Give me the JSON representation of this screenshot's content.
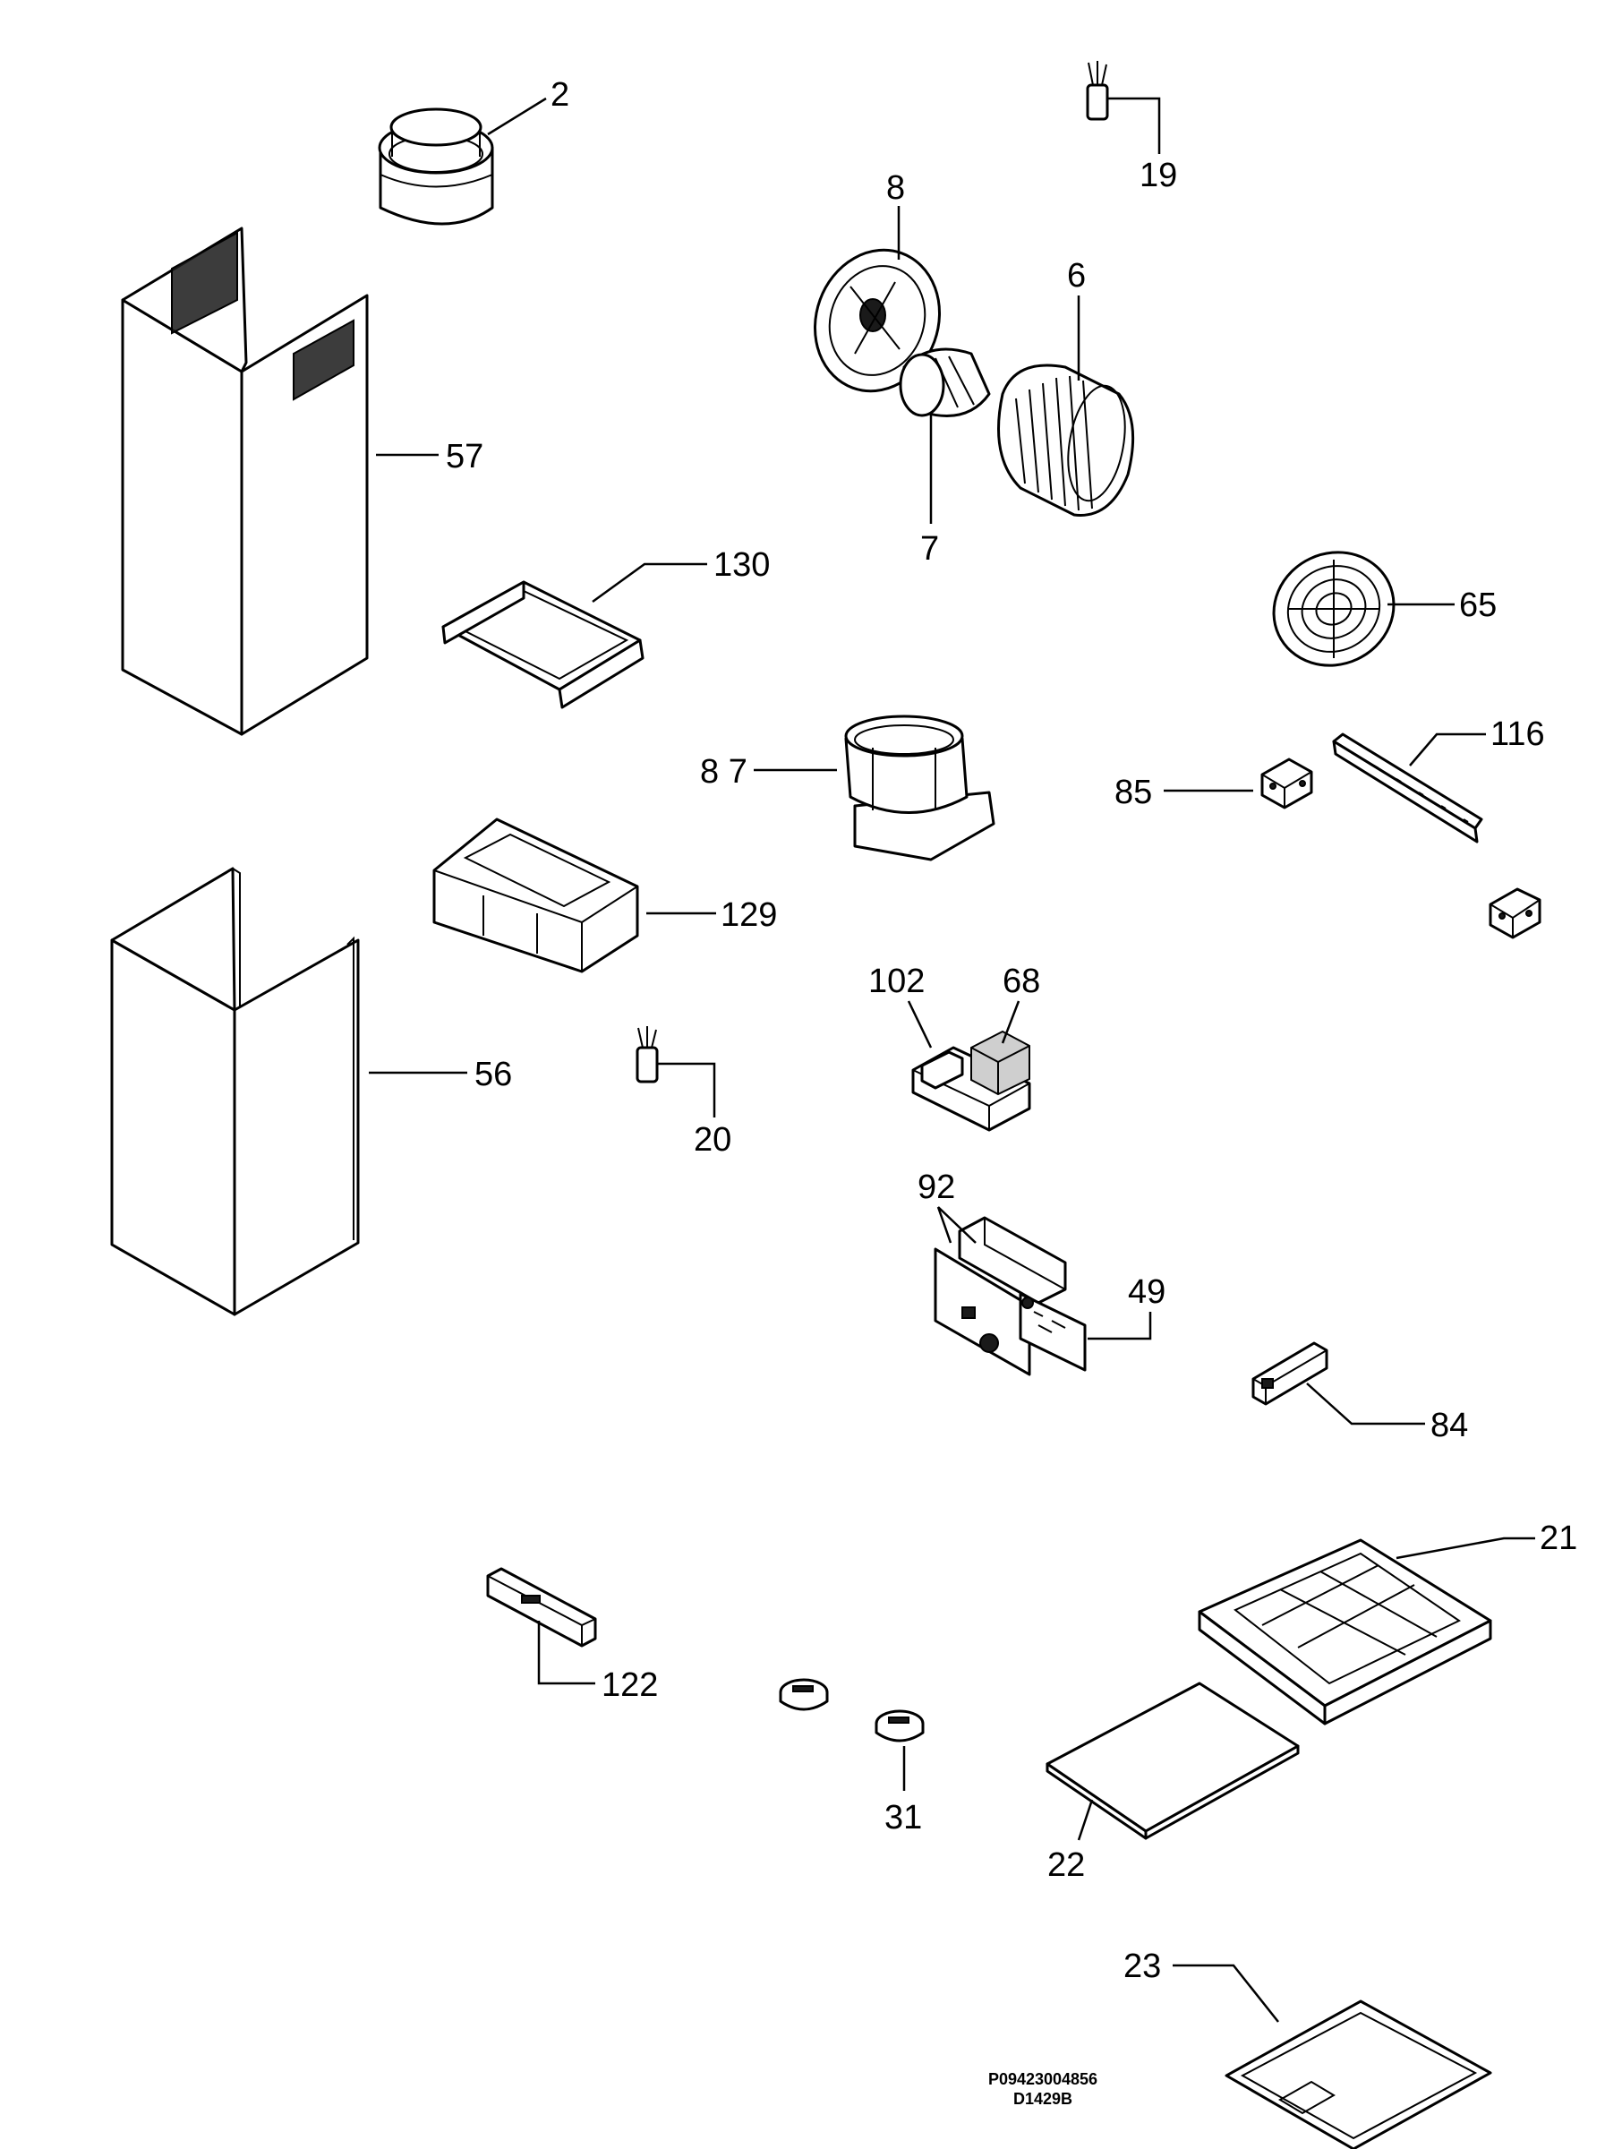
{
  "labels": {
    "p2": "2",
    "p19": "19",
    "p8": "8",
    "p6": "6",
    "p57": "57",
    "p7": "7",
    "p130": "130",
    "p65": "65",
    "p87": "8 7",
    "p116": "116",
    "p85": "85",
    "p129": "129",
    "p102": "102",
    "p68": "68",
    "p56": "56",
    "p20": "20",
    "p92": "92",
    "p49": "49",
    "p84": "84",
    "p21": "21",
    "p122": "122",
    "p31": "31",
    "p22": "22",
    "p23": "23"
  },
  "codes": {
    "part_number": "P09423004856",
    "drawing_id": "D1429B"
  }
}
